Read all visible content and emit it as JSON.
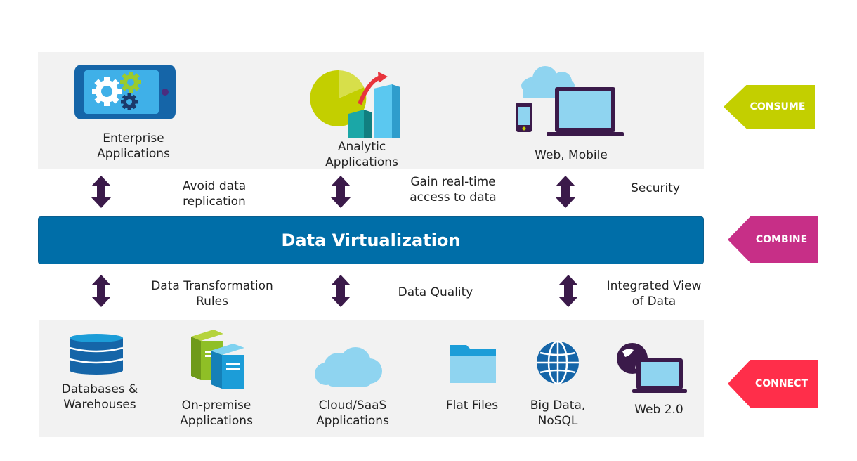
{
  "consume": {
    "items": [
      {
        "label": "Enterprise\nApplications",
        "icon": "gears-tablet-icon"
      },
      {
        "label": "Analytic\nApplications",
        "icon": "analytics-chart-icon"
      },
      {
        "label": "Web, Mobile",
        "icon": "web-mobile-icon"
      }
    ]
  },
  "upper_links": [
    "Avoid data\nreplication",
    "Gain real-time\naccess to data",
    "Security"
  ],
  "combine": {
    "title": "Data Virtualization"
  },
  "lower_links": [
    "Data Transformation\nRules",
    "Data Quality",
    "Integrated View\nof Data"
  ],
  "connect": {
    "items": [
      {
        "label": "Databases &\nWarehouses",
        "icon": "database-icon"
      },
      {
        "label": "On-premise\nApplications",
        "icon": "servers-icon"
      },
      {
        "label": "Cloud/SaaS\nApplications",
        "icon": "cloud-icon"
      },
      {
        "label": "Flat Files",
        "icon": "folder-icon"
      },
      {
        "label": "Big Data,\nNoSQL",
        "icon": "globe-icon"
      },
      {
        "label": "Web 2.0",
        "icon": "web-laptop-icon"
      }
    ]
  },
  "tags": {
    "consume": {
      "label": "CONSUME",
      "color": "#c3cf00"
    },
    "combine": {
      "label": "COMBINE",
      "color": "#c72f87"
    },
    "connect": {
      "label": "CONNECT",
      "color": "#ff2e4a"
    }
  },
  "colors": {
    "band": "#f2f2f2",
    "primary": "#006ea8",
    "arrow": "#3b1a4a",
    "icon_blue": "#1c9dd8",
    "icon_light": "#8fd4f0"
  }
}
